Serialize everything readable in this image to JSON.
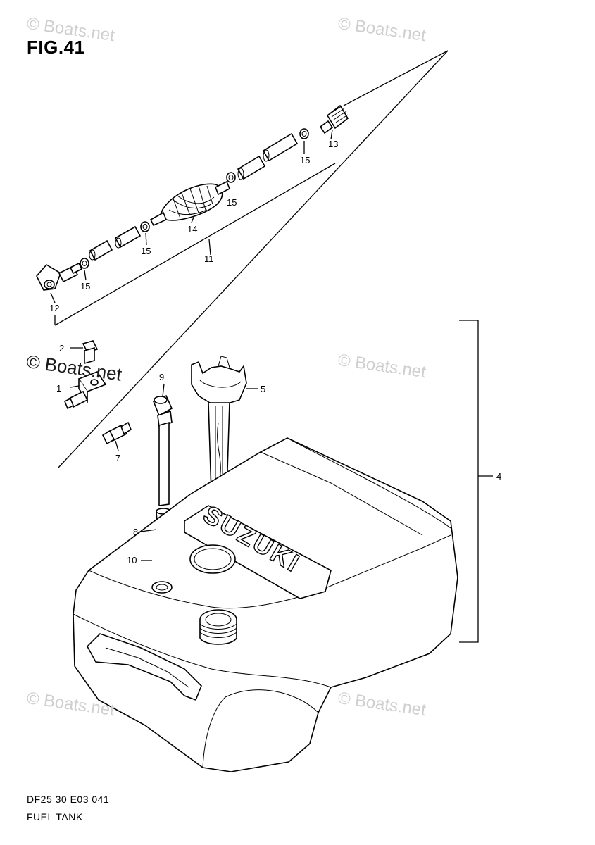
{
  "figure": {
    "title": "FIG.41"
  },
  "footer": {
    "code": "DF25 30 E03  041",
    "name": "FUEL TANK"
  },
  "watermarks": [
    "© Boats.net",
    "© Boats.net",
    "© Boats.net",
    "© Boats.net",
    "© Boats.net",
    "© Boats.net"
  ],
  "callouts": {
    "c1": "1",
    "c2": "2",
    "c4": "4",
    "c5": "5",
    "c7": "7",
    "c8": "8",
    "c9": "9",
    "c10": "10",
    "c11": "11",
    "c12": "12",
    "c13": "13",
    "c14": "14",
    "c15a": "15",
    "c15b": "15",
    "c15c": "15",
    "c15d": "15"
  },
  "tank_emblem": "SUZUKI"
}
